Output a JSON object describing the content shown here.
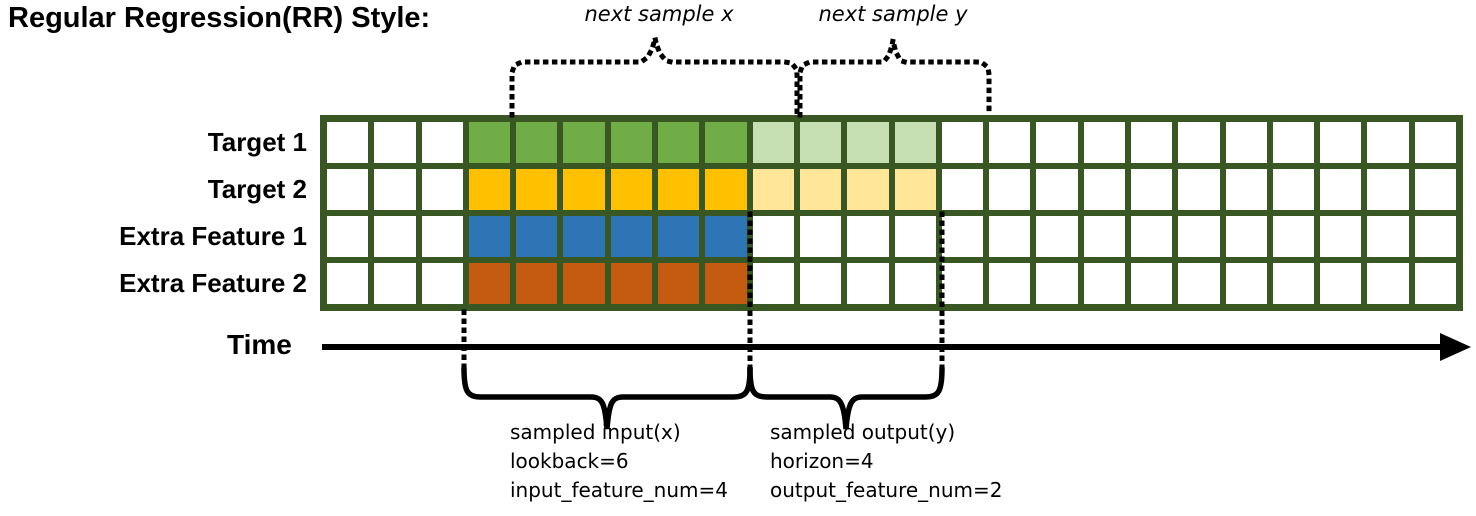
{
  "title": "Regular Regression(RR) Style:",
  "top_braces": {
    "next_sample_x_label": "next sample x",
    "next_sample_y_label": "next sample y"
  },
  "grid": {
    "columns": 24,
    "border_color": "#385723",
    "empty_cell_color": "#FFFFFF",
    "rows": [
      {
        "label": "Target 1",
        "segments": [
          {
            "start": 3,
            "count": 6,
            "color": "#70AD47",
            "role": "input"
          },
          {
            "start": 9,
            "count": 4,
            "color": "#C6E0B4",
            "role": "output"
          }
        ]
      },
      {
        "label": "Target 2",
        "segments": [
          {
            "start": 3,
            "count": 6,
            "color": "#FFC000",
            "role": "input"
          },
          {
            "start": 9,
            "count": 4,
            "color": "#FFE699",
            "role": "output"
          }
        ]
      },
      {
        "label": "Extra Feature 1",
        "segments": [
          {
            "start": 3,
            "count": 6,
            "color": "#2E75B6",
            "role": "input"
          }
        ]
      },
      {
        "label": "Extra Feature 2",
        "segments": [
          {
            "start": 3,
            "count": 6,
            "color": "#C55A11",
            "role": "input"
          }
        ]
      }
    ]
  },
  "time_axis": {
    "label": "Time"
  },
  "input_annotation": {
    "lines": [
      "sampled input(x)",
      "lookback=6",
      "input_feature_num=4"
    ]
  },
  "output_annotation": {
    "lines": [
      "sampled output(y)",
      "horizon=4",
      "output_feature_num=2"
    ]
  }
}
